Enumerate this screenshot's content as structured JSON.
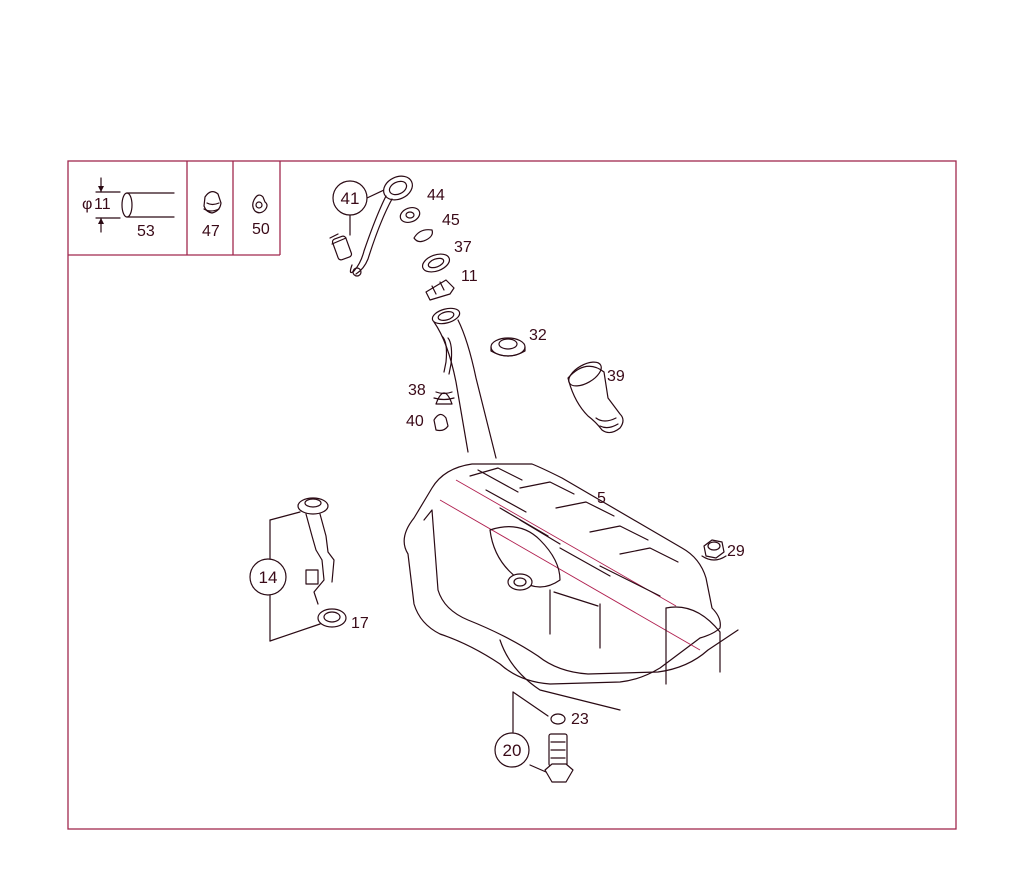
{
  "diagram": {
    "inset_panels": {
      "diameter_value": "11",
      "diameter_symbol": "φ",
      "labels": [
        "53",
        "47",
        "50"
      ]
    },
    "part_labels": {
      "p44": "44",
      "p45": "45",
      "p37": "37",
      "p11": "11",
      "p32": "32",
      "p39": "39",
      "p38": "38",
      "p40": "40",
      "p5": "5",
      "p29": "29",
      "p17": "17",
      "p23": "23"
    },
    "callout_circles": {
      "c41": "41",
      "c14": "14",
      "c20": "20"
    }
  }
}
